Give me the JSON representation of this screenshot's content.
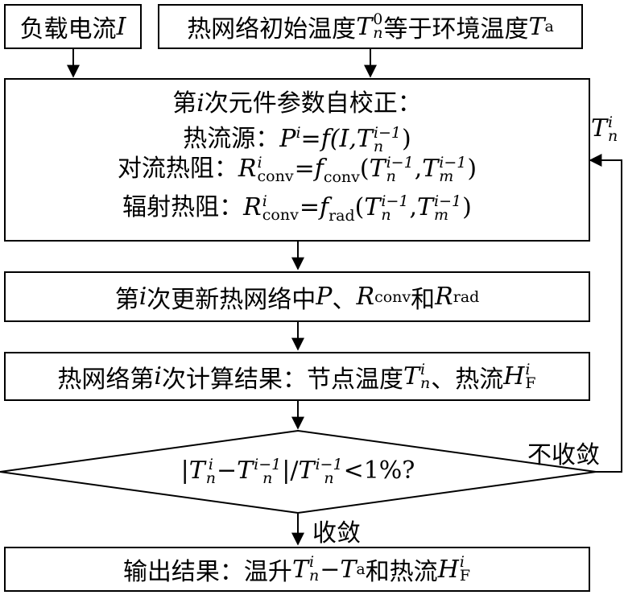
{
  "input_load": {
    "prefix": "负载电流",
    "var": "I"
  },
  "input_init": {
    "prefix": "热网络初始温度",
    "T": "T",
    "sub": "n",
    "sup": "0",
    "mid": "等于环境温度",
    "T2": "T",
    "sub2": "a"
  },
  "step1": {
    "title_pre": "第",
    "title_i": "i",
    "title_post": "次元件参数自校正：",
    "line1_label": "热流源：",
    "line1_P": "P",
    "line1_sup": "i",
    "line1_eq": "=",
    "line1_f": "f",
    "line1_args": "(I,",
    "line1_T": "T",
    "line1_Tsub": "n",
    "line1_Tsup": "i−1",
    "line1_close": ")",
    "line2_label": "对流热阻：",
    "line2_R": "R",
    "line2_Rsup": "i",
    "line2_Rsub": "conv",
    "line2_eq": "=",
    "line2_f": "f",
    "line2_fsub": "conv",
    "line2_open": "(",
    "line2_T1": "T",
    "line2_T1sub": "n",
    "line2_T1sup": "i−1",
    "line2_comma": ",",
    "line2_T2": "T",
    "line2_T2sub": "m",
    "line2_T2sup": "i−1",
    "line2_close": ")",
    "line3_label": "辐射热阻：",
    "line3_R": "R",
    "line3_Rsup": "i",
    "line3_Rsub": "conv",
    "line3_eq": "=",
    "line3_f": "f",
    "line3_fsub": "rad",
    "line3_open": "(",
    "line3_T1": "T",
    "line3_T1sub": "n",
    "line3_T1sup": "i−1",
    "line3_comma": ",",
    "line3_T2": "T",
    "line3_T2sub": "m",
    "line3_T2sup": "i−1",
    "line3_close": ")"
  },
  "step2": {
    "pre": "第",
    "i": "i",
    "mid": "次更新热网络中",
    "P": "P",
    "sep": "、",
    "R1": "R",
    "R1sub": "conv",
    "and": "和",
    "R2": "R",
    "R2sub": "rad"
  },
  "step3": {
    "pre": "热网络第",
    "i": "i",
    "mid": "次计算结果：节点温度",
    "T": "T",
    "Tsub": "n",
    "Tsup": "i",
    "sep": "、热流",
    "H": "H",
    "Hsub": "F",
    "Hsup": "i"
  },
  "decision": {
    "bar_open": "|",
    "T1": "T",
    "T1sub": "n",
    "T1sup": "i",
    "minus": "−",
    "T2": "T",
    "T2sub": "n",
    "T2sup": "i−1",
    "bar_close": "|",
    "slash": "/",
    "T3": "T",
    "T3sub": "n",
    "T3sup": "i−1",
    "cond": "<1%?"
  },
  "feedback": {
    "T": "T",
    "Tsub": "n",
    "Tsup": "i",
    "not_converged": "不收敛",
    "converged": "收敛"
  },
  "output": {
    "pre": "输出结果：温升",
    "T": "T",
    "Tsub": "n",
    "Tsup": "i",
    "minus": "−",
    "Ta": "T",
    "Tasub": "a",
    "and": "和热流",
    "H": "H",
    "Hsub": "F",
    "Hsup": "i"
  }
}
